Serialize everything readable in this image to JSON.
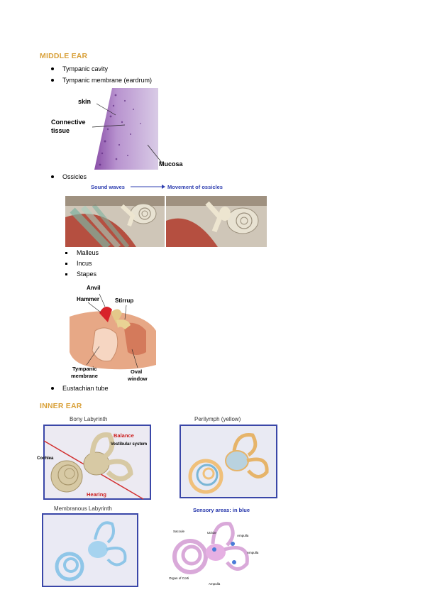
{
  "middle_ear": {
    "heading": "MIDDLE EAR",
    "bullets": [
      "Tympanic cavity",
      "Tympanic membrane (eardrum)",
      "Ossicles"
    ],
    "sub_bullets": [
      "Malleus",
      "Incus",
      "Stapes"
    ],
    "last_bullet": "Eustachian tube",
    "membrane_labels": {
      "skin": "skin",
      "connective": "Connective",
      "tissue": "tissue",
      "mucosa": "Mucosa"
    },
    "ossicles_figure": {
      "left_caption": "Sound waves",
      "right_caption": "Movement of ossicles"
    },
    "ossicle_labels": {
      "anvil": "Anvil",
      "hammer": "Hammer",
      "stirrup": "Stirrup",
      "tympanic_1": "Tympanic",
      "tympanic_2": "membrane",
      "oval_1": "Oval",
      "oval_2": "window"
    }
  },
  "inner_ear": {
    "heading": "INNER EAR",
    "bony": {
      "title": "Bony Labyrinth",
      "balance": "Balance",
      "vestibular": "Vestibular system",
      "cochlea": "Cochlea",
      "hearing": "Hearing"
    },
    "perilymph": {
      "title": "Perilymph (yellow)"
    },
    "membranous": {
      "title": "Membranous Labyrinth"
    },
    "sensory": {
      "title": "Sensory areas: in blue",
      "saccule": "Saccule",
      "utricle": "Utricle",
      "ampulla_1": "Ampulla",
      "ampulla_2": "Ampulla",
      "ampulla_3": "Ampulla",
      "organ_corti": "Organ of Corti"
    }
  },
  "colors": {
    "heading": "#d9a13a",
    "caption_blue": "#2f3fb0",
    "balance_red": "#cc2020",
    "frame_blue": "#3a47a8",
    "sensory_title": "#2233aa"
  }
}
